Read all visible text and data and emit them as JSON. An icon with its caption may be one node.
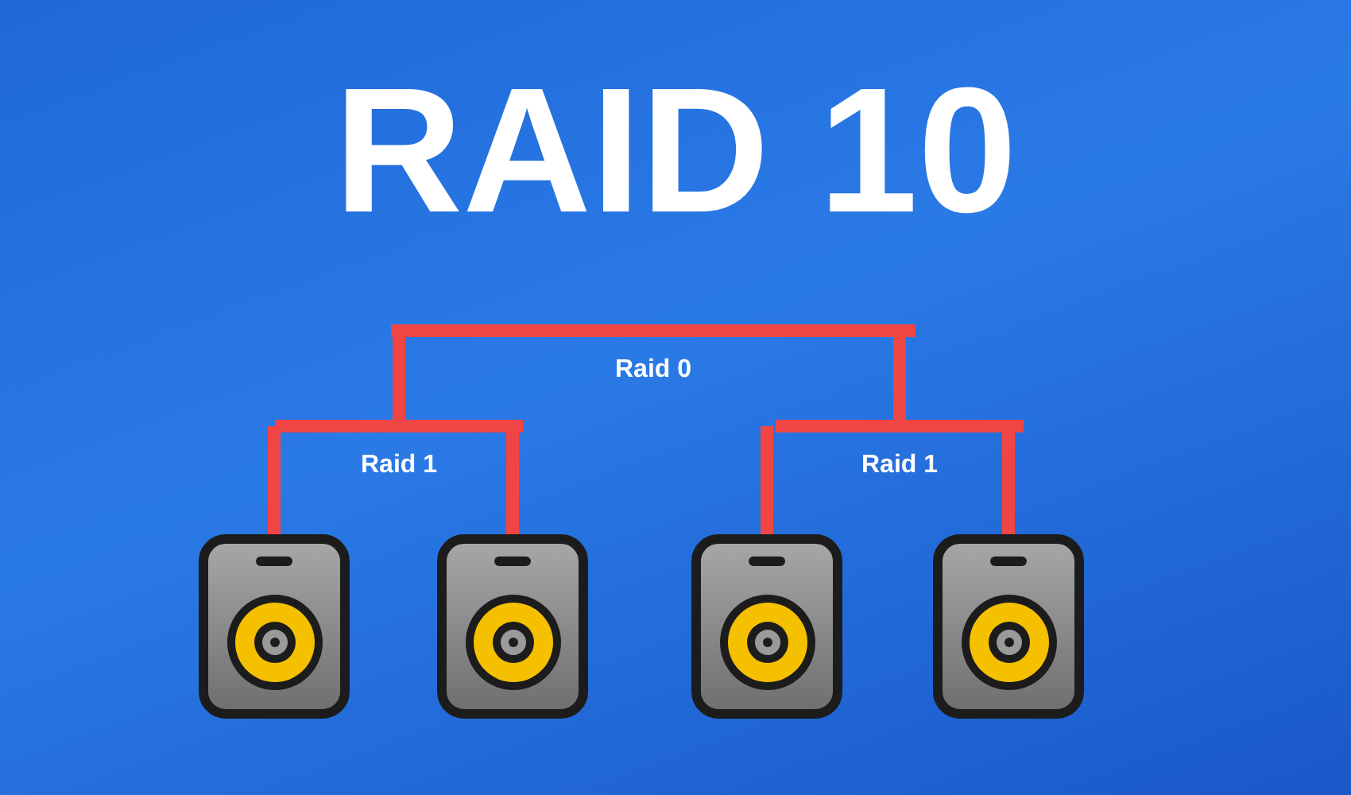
{
  "diagram": {
    "title": "RAID 10",
    "nodes": [
      {
        "text": [
          "Raid 0"
        ]
      },
      {
        "text": [
          "Raid 1"
        ]
      },
      {
        "text": [
          "Raid 1"
        ]
      },
      {
        "text": [],
        "shape": "picture"
      },
      {
        "text": [],
        "shape": "picture"
      },
      {
        "text": [],
        "shape": "picture"
      },
      {
        "text": [],
        "shape": "picture"
      }
    ],
    "edges": [
      {
        "from": 0,
        "to": 1,
        "arrow": "none"
      },
      {
        "from": 0,
        "to": 2,
        "arrow": "none"
      },
      {
        "from": 1,
        "to": 3,
        "arrow": "none"
      },
      {
        "from": 1,
        "to": 4,
        "arrow": "none"
      },
      {
        "from": 2,
        "to": 5,
        "arrow": "none"
      },
      {
        "from": 2,
        "to": 6,
        "arrow": "none"
      }
    ]
  }
}
